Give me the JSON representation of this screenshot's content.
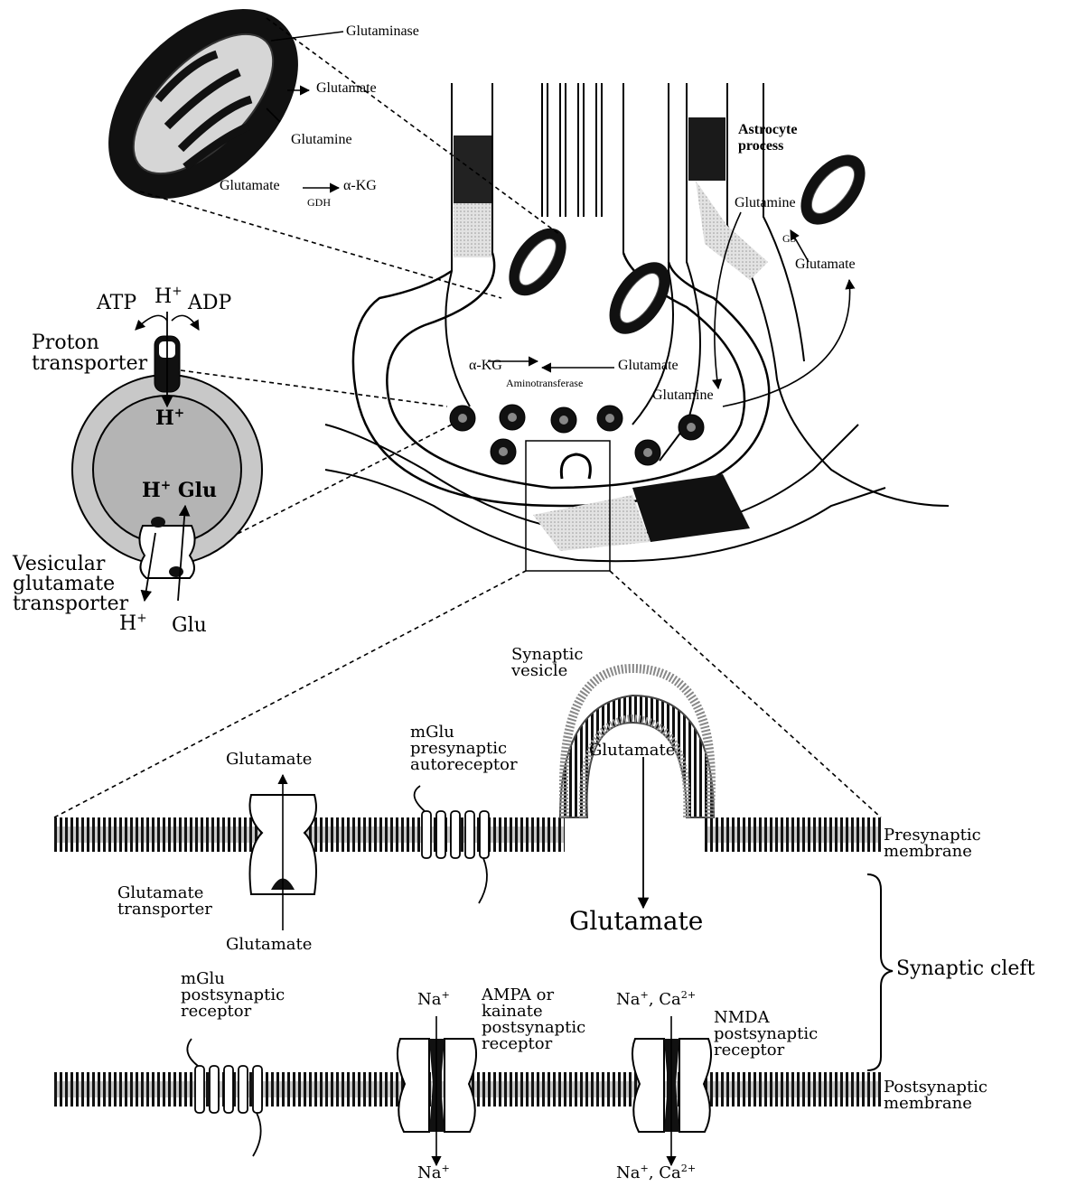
{
  "labels": {
    "glutaminase": "Glutaminase",
    "mito_glutamate": "Glutamate",
    "mito_glutamine": "Glutamine",
    "gdh_left": "Glutamate",
    "gdh_right": "α-KG",
    "gdh_enzyme": "GDH",
    "astrocyte_process_1": "Astrocyte",
    "astrocyte_process_2": "process",
    "astro_glutamine": "Glutamine",
    "gs_enzyme": "GS",
    "astro_glutamate": "Glutamate",
    "akg": "α-KG",
    "term_glutamate": "Glutamate",
    "aminotransferase": "Aminotransferase",
    "term_glutamine": "Glutamine",
    "atp": "ATP",
    "h_plus_top": "H",
    "adp": "ADP",
    "proton_transporter_1": "Proton",
    "proton_transporter_2": "transporter",
    "vesicle_h": "H",
    "h_glu_h": "H",
    "h_glu_glu": "Glu",
    "vgt_1": "Vesicular",
    "vgt_2": "glutamate",
    "vgt_3": "transporter",
    "vgt_h": "H",
    "vgt_glu": "Glu",
    "synaptic_vesicle_1": "Synaptic",
    "synaptic_vesicle_2": "vesicle",
    "mglu_pre_1": "mGlu",
    "mglu_pre_2": "presynaptic",
    "mglu_pre_3": "autoreceptor",
    "vesicle_glutamate": "Glutamate",
    "gt_top": "Glutamate",
    "gt_label_1": "Glutamate",
    "gt_label_2": "transporter",
    "gt_bottom": "Glutamate",
    "cleft_glutamate": "Glutamate",
    "presyn_membrane_1": "Presynaptic",
    "presyn_membrane_2": "membrane",
    "synaptic_cleft": "Synaptic cleft",
    "mglu_post_1": "mGlu",
    "mglu_post_2": "postsynaptic",
    "mglu_post_3": "receptor",
    "ampa_na_top": "Na",
    "ampa_1": "AMPA or",
    "ampa_2": "kainate",
    "ampa_3": "postsynaptic",
    "ampa_4": "receptor",
    "ampa_na_bottom": "Na",
    "nmda_ions_top_na": "Na",
    "nmda_ions_top_ca": ", Ca",
    "nmda_1": "NMDA",
    "nmda_2": "postsynaptic",
    "nmda_3": "receptor",
    "nmda_ions_bottom_na": "Na",
    "nmda_ions_bottom_ca": ", Ca",
    "postsyn_membrane_1": "Postsynaptic",
    "postsyn_membrane_2": "membrane",
    "sup_plus": "+",
    "sup_2plus": "2+"
  },
  "colors": {
    "membrane_dark": "#1a1a1a",
    "vesicle_fill": "#bdbdbd",
    "light_band": "#e6e6e6",
    "background": "#ffffff"
  }
}
